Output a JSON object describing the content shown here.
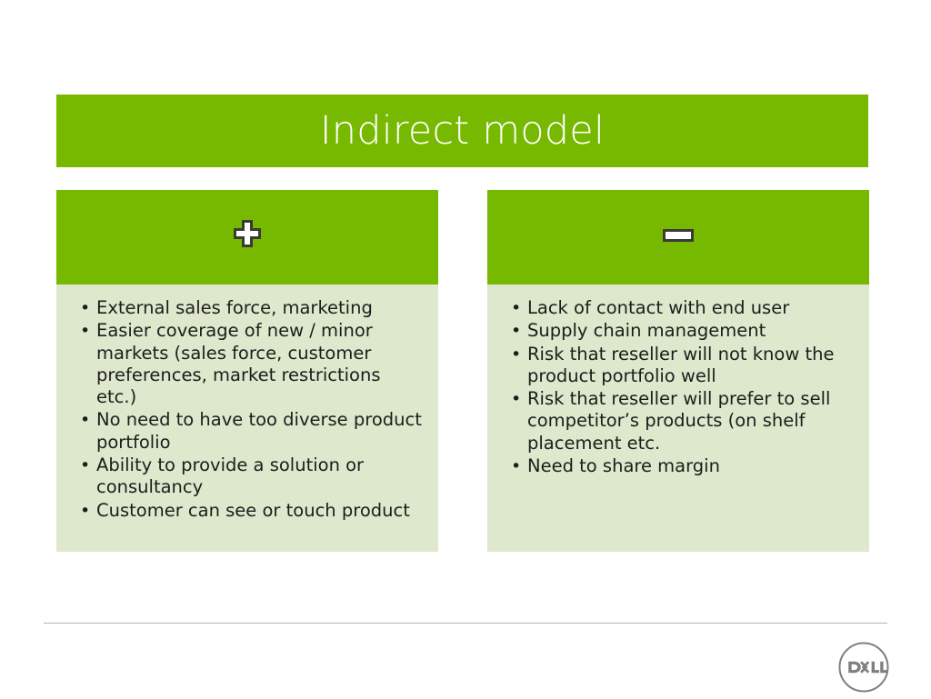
{
  "slide": {
    "title": "Indirect model",
    "colors": {
      "accent_green": "#76b900",
      "panel_green": "#dde8cd",
      "title_text": "#ffffff",
      "body_text": "#1d1d1b",
      "rule": "#b3b3b3",
      "logo": "#808080"
    }
  },
  "columns": [
    {
      "id": "pros",
      "icon": "plus-icon",
      "icon_label": "+",
      "bullets": [
        "External sales force, marketing",
        "Easier coverage of new / minor markets (sales force, customer preferences, market restrictions etc.)",
        "No need to have too diverse product portfolio",
        "Ability to provide a solution or consultancy",
        "Customer can see or touch product"
      ]
    },
    {
      "id": "cons",
      "icon": "minus-icon",
      "icon_label": "–",
      "bullets": [
        "Lack of contact with end user",
        "Supply chain management",
        "Risk that reseller will not know the product portfolio well",
        "Risk that reseller will prefer to sell competitor’s products (on shelf placement etc.",
        "Need to share margin"
      ]
    }
  ],
  "footer": {
    "logo_text": "DELL"
  }
}
